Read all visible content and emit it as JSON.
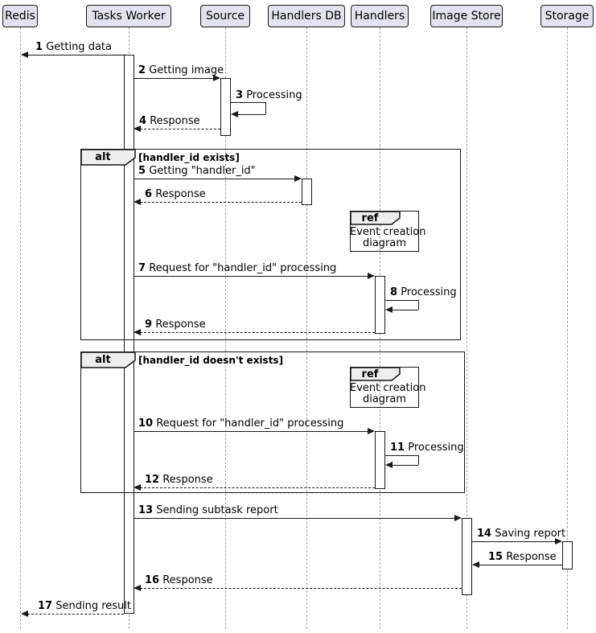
{
  "colors": {
    "participant_fill": "#E2E2F0",
    "participant_border": "#181818",
    "frame_header_fill": "#EEEEEE",
    "line": "#181818",
    "lifeline": "#A0A0A0"
  },
  "participants": [
    {
      "label": "Redis"
    },
    {
      "label": "Tasks Worker"
    },
    {
      "label": "Source"
    },
    {
      "label": "Handlers DB"
    },
    {
      "label": "Handlers"
    },
    {
      "label": "Image Store"
    },
    {
      "label": "Storage"
    }
  ],
  "messages": [
    {
      "num": "1",
      "label": "Getting data",
      "from": "Tasks Worker",
      "to": "Redis",
      "line": "solid"
    },
    {
      "num": "2",
      "label": "Getting image",
      "from": "Tasks Worker",
      "to": "Source",
      "line": "solid"
    },
    {
      "num": "3",
      "label": "Processing",
      "from": "Source",
      "to": "Source",
      "line": "solid"
    },
    {
      "num": "4",
      "label": "Response",
      "from": "Source",
      "to": "Tasks Worker",
      "line": "dashed"
    },
    {
      "num": "5",
      "label": "Getting \"handler_id\"",
      "from": "Tasks Worker",
      "to": "Handlers DB",
      "line": "solid"
    },
    {
      "num": "6",
      "label": "Response",
      "from": "Handlers DB",
      "to": "Tasks Worker",
      "line": "dashed"
    },
    {
      "num": "7",
      "label": "Request for \"handler_id\" processing",
      "from": "Tasks Worker",
      "to": "Handlers",
      "line": "solid"
    },
    {
      "num": "8",
      "label": "Processing",
      "from": "Handlers",
      "to": "Handlers",
      "line": "solid"
    },
    {
      "num": "9",
      "label": "Response",
      "from": "Handlers",
      "to": "Tasks Worker",
      "line": "dashed"
    },
    {
      "num": "10",
      "label": "Request for \"handler_id\" processing",
      "from": "Tasks Worker",
      "to": "Handlers",
      "line": "solid"
    },
    {
      "num": "11",
      "label": "Processing",
      "from": "Handlers",
      "to": "Handlers",
      "line": "solid"
    },
    {
      "num": "12",
      "label": "Response",
      "from": "Handlers",
      "to": "Tasks Worker",
      "line": "dashed"
    },
    {
      "num": "13",
      "label": "Sending subtask report",
      "from": "Tasks Worker",
      "to": "Image Store",
      "line": "solid"
    },
    {
      "num": "14",
      "label": "Saving report",
      "from": "Image Store",
      "to": "Storage",
      "line": "solid"
    },
    {
      "num": "15",
      "label": "Response",
      "from": "Storage",
      "to": "Image Store",
      "line": "solid"
    },
    {
      "num": "16",
      "label": "Response",
      "from": "Image Store",
      "to": "Tasks Worker",
      "line": "dashed"
    },
    {
      "num": "17",
      "label": "Sending result",
      "from": "Tasks Worker",
      "to": "Redis",
      "line": "dashed"
    }
  ],
  "frames": [
    {
      "type": "alt",
      "condition": "[handler_id exists]"
    },
    {
      "type": "alt",
      "condition": "[handler_id doesn't exists]"
    }
  ],
  "refs": [
    {
      "type": "ref",
      "line1": "Event creation",
      "line2": "diagram"
    },
    {
      "type": "ref",
      "line1": "Event creation",
      "line2": "diagram"
    }
  ]
}
